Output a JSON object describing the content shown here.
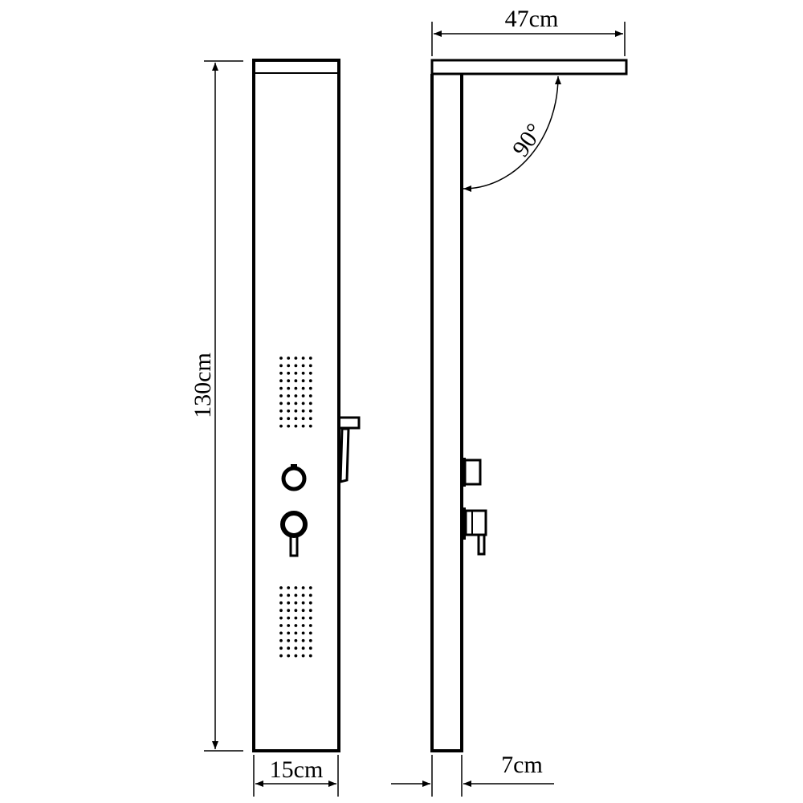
{
  "labels": {
    "height": "130cm",
    "front_width": "15cm",
    "arm_length": "47cm",
    "depth": "7cm",
    "angle": "90°"
  },
  "colors": {
    "line": "#000000",
    "background": "#ffffff"
  },
  "nozzle_grid": {
    "columns": 5,
    "rows": 10,
    "count_per_grid": 2
  }
}
